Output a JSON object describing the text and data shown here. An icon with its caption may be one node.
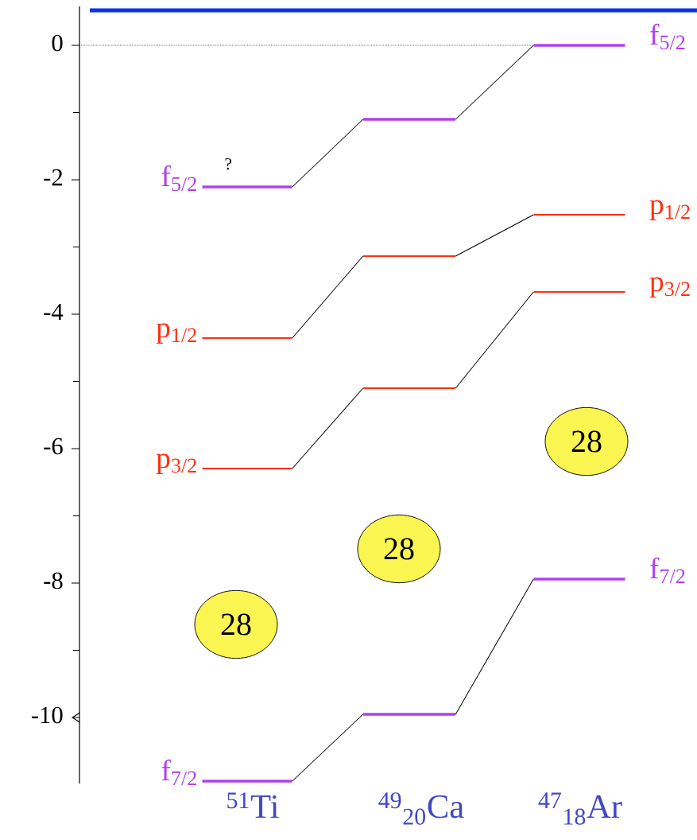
{
  "diagram": {
    "nodes": [
      {
        "text": [],
        "shape": "bar",
        "beside": [
          "f$_{5/2}$",
          "?"
        ]
      },
      {
        "text": [],
        "shape": "bar"
      },
      {
        "text": [],
        "shape": "bar",
        "beside": [
          "f$_{5/2}$"
        ]
      },
      {
        "text": [],
        "shape": "bar",
        "beside": [
          "p$_{1/2}$"
        ]
      },
      {
        "text": [],
        "shape": "bar"
      },
      {
        "text": [],
        "shape": "bar",
        "beside": [
          "p$_{1/2}$"
        ]
      },
      {
        "text": [],
        "shape": "bar",
        "beside": [
          "p$_{3/2}$"
        ]
      },
      {
        "text": [],
        "shape": "bar"
      },
      {
        "text": [],
        "shape": "bar",
        "beside": [
          "p$_{3/2}$"
        ]
      },
      {
        "text": [
          "28"
        ]
      },
      {
        "text": [
          "28"
        ]
      },
      {
        "text": [
          "28"
        ]
      },
      {
        "text": [],
        "shape": "bar",
        "beside": [
          "f$_{7/2}$"
        ]
      },
      {
        "text": [],
        "shape": "bar"
      },
      {
        "text": [],
        "shape": "bar",
        "beside": [
          "f$_{7/2}$"
        ]
      }
    ],
    "edges": [
      {
        "from": 0,
        "to": 1,
        "arrow": "none"
      },
      {
        "from": 1,
        "to": 2,
        "arrow": "none"
      },
      {
        "from": 5,
        "to": 4,
        "arrow": "none"
      },
      {
        "from": 4,
        "to": 3,
        "arrow": "none"
      },
      {
        "from": 8,
        "to": 7,
        "arrow": "none"
      },
      {
        "from": 7,
        "to": 6,
        "arrow": "none"
      },
      {
        "from": 14,
        "to": 13,
        "arrow": "none"
      },
      {
        "from": 13,
        "to": 12,
        "arrow": "none"
      }
    ],
    "labels": [
      "0",
      "-2",
      "-4",
      "-6",
      "-8",
      "-10",
      "$^{51}$Ti",
      "$^{49}$$_{20}$Ca",
      "$^{47}$$_{18}$Ar"
    ]
  }
}
